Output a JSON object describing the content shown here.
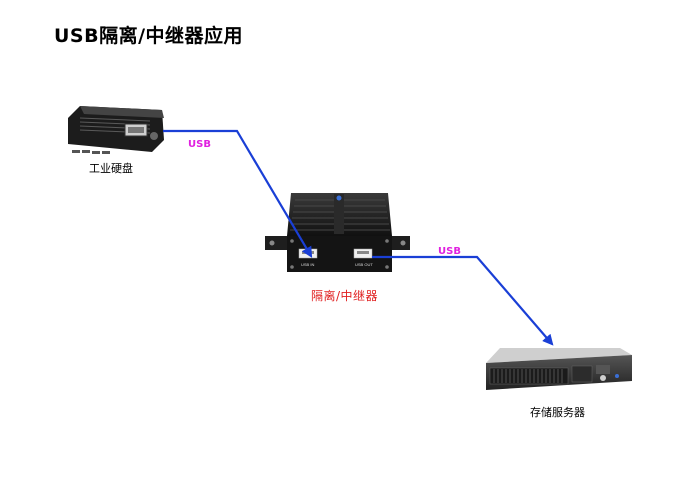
{
  "title": "USB隔离/中继器应用",
  "devices": {
    "hdd": {
      "label": "工业硬盘"
    },
    "repeater": {
      "label": "隔离/中继器",
      "port_in": "USB IN",
      "port_out": "USB OUT"
    },
    "server": {
      "label": "存储服务器"
    }
  },
  "links": [
    {
      "label": "USB"
    },
    {
      "label": "USB"
    }
  ],
  "colors": {
    "link_line": "#1a3fd6",
    "link_label": "#e020e0",
    "repeater_label": "#e02020"
  }
}
